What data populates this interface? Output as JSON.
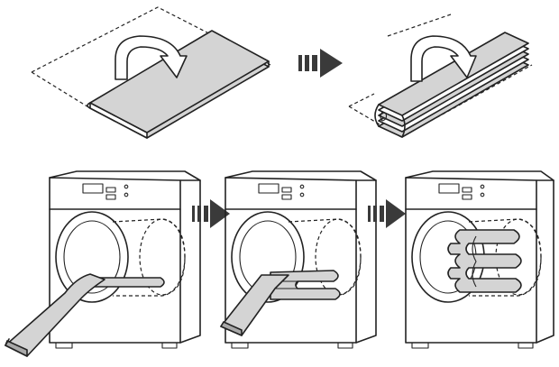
{
  "diagram": {
    "steps": [
      {
        "id": "fold-half",
        "icon": "rotate-arrow-icon"
      },
      {
        "id": "fold-quarter",
        "icon": "rotate-arrow-icon"
      },
      {
        "id": "insert-start",
        "icon": "washer-icon"
      },
      {
        "id": "insert-middle",
        "icon": "washer-icon"
      },
      {
        "id": "insert-complete",
        "icon": "washer-icon"
      }
    ],
    "connectors": [
      "next-step-arrow-icon",
      "next-step-arrow-icon",
      "next-step-arrow-icon"
    ],
    "colors": {
      "cloth": "#d4d4d4",
      "cloth_dark": "#a9a9a9",
      "outline": "#222222",
      "arrow": "#3a3a3a"
    }
  }
}
